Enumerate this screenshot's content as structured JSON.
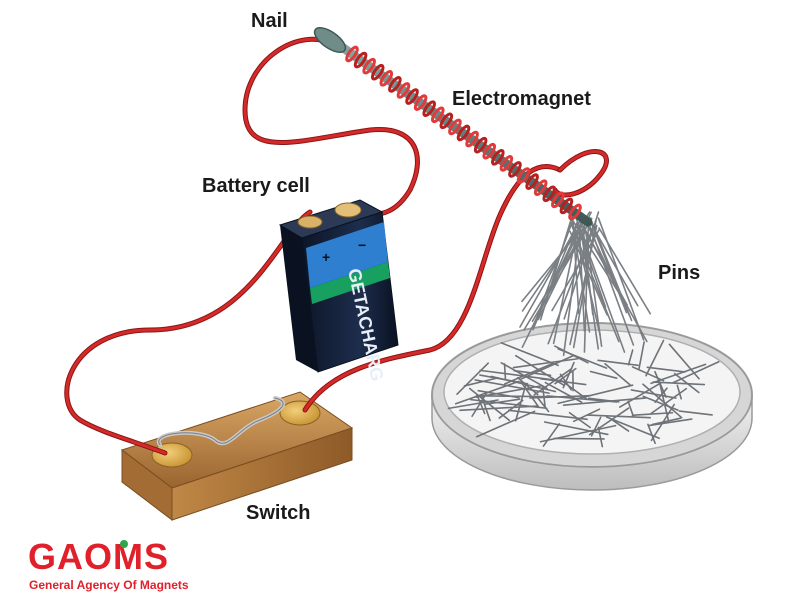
{
  "labels": {
    "nail": "Nail",
    "electromagnet": "Electromagnet",
    "battery_cell": "Battery cell",
    "pins": "Pins",
    "switch": "Switch"
  },
  "battery": {
    "brand": "GETACHARG",
    "plus": "+",
    "minus": "−"
  },
  "logo": {
    "wordmark": "GAOMS",
    "tagline": "General Agency Of Magnets"
  },
  "colors": {
    "wire": "#d42a2a",
    "battery_body": "#15233e",
    "battery_label": "#2f7fd0",
    "battery_stripe": "#18a060",
    "wood": "#b07a3c",
    "dish": "#e8e8e8",
    "nail": "#5d7a78",
    "brand_red": "#e0202a",
    "brand_green": "#2ba84a"
  }
}
